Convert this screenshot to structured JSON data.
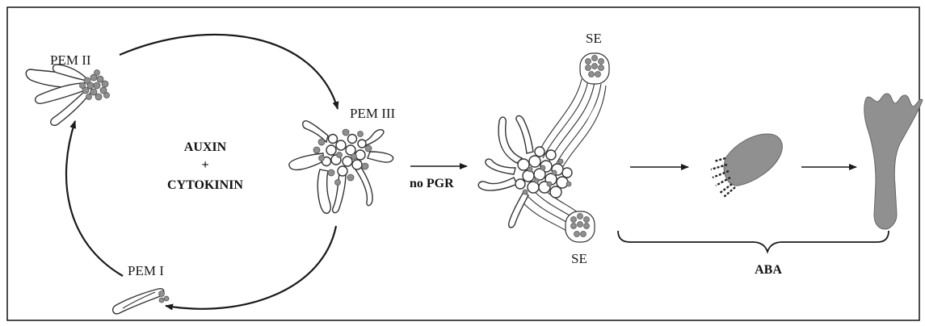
{
  "labels": {
    "pem_ii": "PEM II",
    "pem_iii": "PEM III",
    "pem_i": "PEM I",
    "se_top": "SE",
    "se_bottom": "SE",
    "auxin": "AUXIN",
    "plus": "+",
    "cytokinin": "CYTOKININ",
    "no_pgr": "no PGR",
    "aba": "ABA"
  },
  "colors": {
    "line": "#1a1a1a",
    "cell_fill": "#ffffff",
    "cluster_gray": "#8f8f8f",
    "embryo_gray": "#909090",
    "frame": "#000000"
  }
}
